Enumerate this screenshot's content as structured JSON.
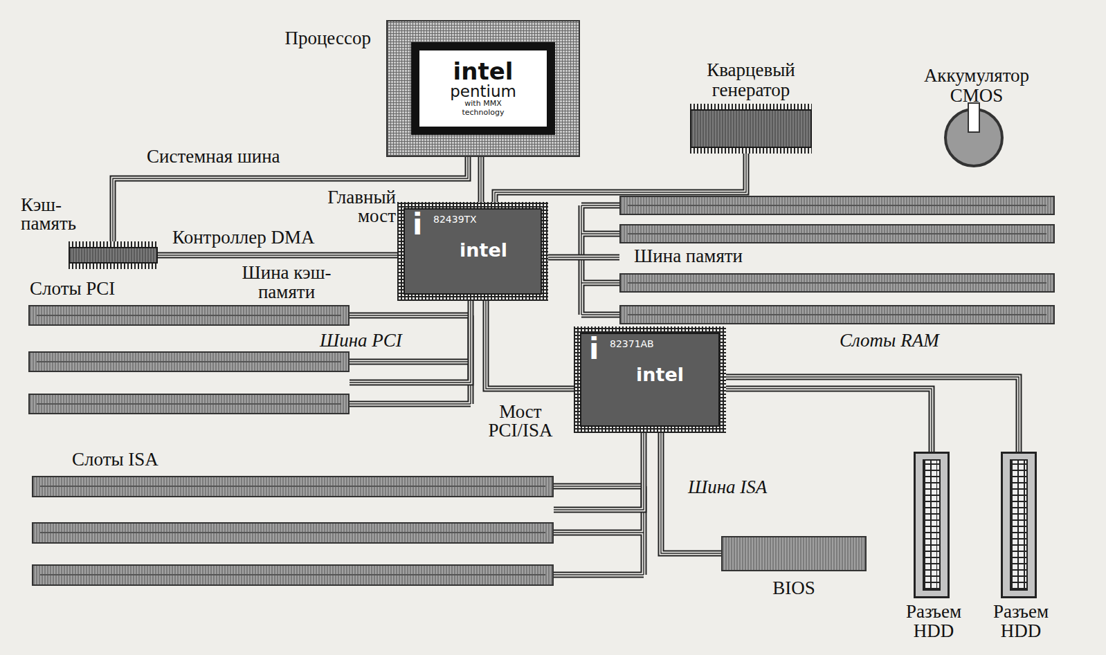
{
  "diagram": {
    "nodes": [
      {
        "text": [
          "Процессор",
          "intel",
          "pentium",
          "with MMX technology"
        ]
      },
      {
        "text": [
          "Кварцевый генератор"
        ]
      },
      {
        "text": [
          "Аккумулятор CMOS"
        ]
      },
      {
        "text": [
          "Кэш-память"
        ]
      },
      {
        "text": [
          "Главный мост",
          "i",
          "82439TX",
          "intel"
        ]
      },
      {
        "text": [
          "Слоты PCI"
        ]
      },
      {
        "text": [
          "Слоты RAM"
        ]
      },
      {
        "text": [
          "Мост PCI/ISA",
          "i",
          "82371AB",
          "intel"
        ]
      },
      {
        "text": [
          "Слоты ISA"
        ]
      },
      {
        "text": [
          "BIOS"
        ]
      },
      {
        "text": [
          "Разъем HDD"
        ]
      },
      {
        "text": [
          "Разъем HDD"
        ]
      }
    ],
    "edges": [
      {
        "from": 0,
        "to": 4,
        "arrow": "none"
      },
      {
        "from": 0,
        "to": 3,
        "arrow": "none",
        "label": "Системная шина"
      },
      {
        "from": 1,
        "to": 4,
        "arrow": "none"
      },
      {
        "from": 3,
        "to": 4,
        "arrow": "none",
        "label": "Шина кэш-памяти"
      },
      {
        "from": 4,
        "to": 6,
        "arrow": "none",
        "label": "Шина памяти"
      },
      {
        "from": 4,
        "to": 5,
        "arrow": "none",
        "label": "Шина PCI"
      },
      {
        "from": 4,
        "to": 7,
        "arrow": "none"
      },
      {
        "from": 7,
        "to": 8,
        "arrow": "none",
        "label": "Шина ISA"
      },
      {
        "from": 7,
        "to": 9,
        "arrow": "none"
      },
      {
        "from": 7,
        "to": 10,
        "arrow": "none"
      },
      {
        "from": 7,
        "to": 11,
        "arrow": "none"
      }
    ],
    "labels": [
      "Контроллер DMA"
    ]
  }
}
